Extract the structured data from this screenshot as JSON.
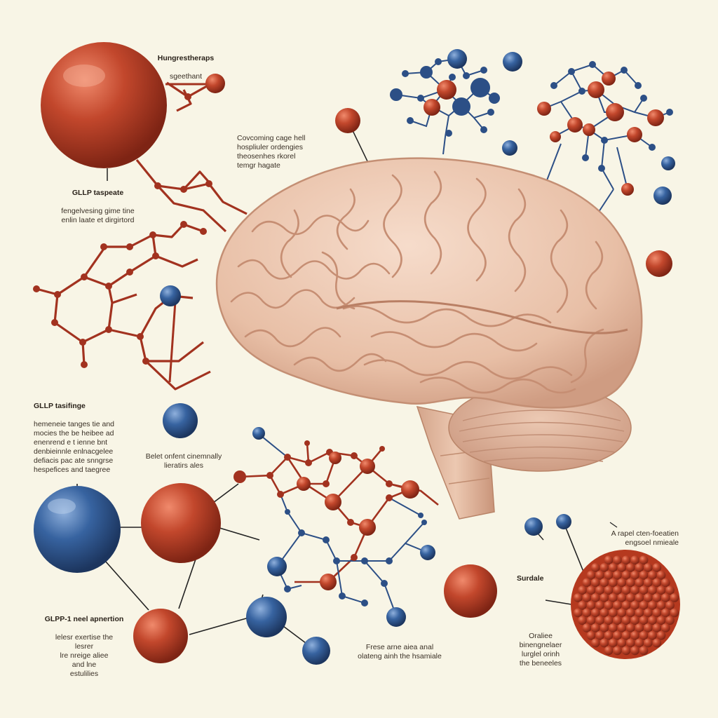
{
  "palette": {
    "background": "#f8f5e6",
    "red_atom": "#b8402a",
    "blue_atom": "#2f5a94",
    "bond_red": "#a2321f",
    "bond_blue": "#2c4f86",
    "brain": "#ebc4ad"
  },
  "labels": {
    "top_center": {
      "title": "Hungrestheraps",
      "body": "sgeethant"
    },
    "mid_top": {
      "body": "Covcoming cage hell\nhospliuler ordengies\ntheosenhes rkorel\ntemgr hagate"
    },
    "left_upper": {
      "title": "GLLP taspeate",
      "body": "fengelvesing gime tine\nenlin laate et dirgirtord"
    },
    "left_middle": {
      "title": "GLLP tasifinge",
      "body": "hemeneie tanges tie and\nmocies the be heibee ad\nenenrend e t ienne bnt\ndenbieinnle enlnacgelee\ndefiacis pac ate snngrse\nhespefices and taegree"
    },
    "center_left": {
      "body": "Belet onfent cinemnally\nlieratirs ales"
    },
    "left_bottom": {
      "title": "GLPP-1 neel apnertion",
      "body": "lelesr exertise the\nlesrer\nlre nreige aliee\nand lne\nestulilies"
    },
    "bottom_center": {
      "body": "Frese arne aiea anal\nolateng ainh the hsamiale"
    },
    "right_mid": {
      "body": "A rapel cten-foeatien\nengsoel nmieale"
    },
    "right_small": {
      "title": "Surdale"
    },
    "right_bottom": {
      "body": "Oraliee\nbinengnelaer\nlurglel orinh\nthe beneeles"
    }
  },
  "icons": [
    "brain-illustration",
    "red-molecule-sphere",
    "blue-molecule-sphere",
    "molecular-network",
    "peptide-cluster"
  ]
}
